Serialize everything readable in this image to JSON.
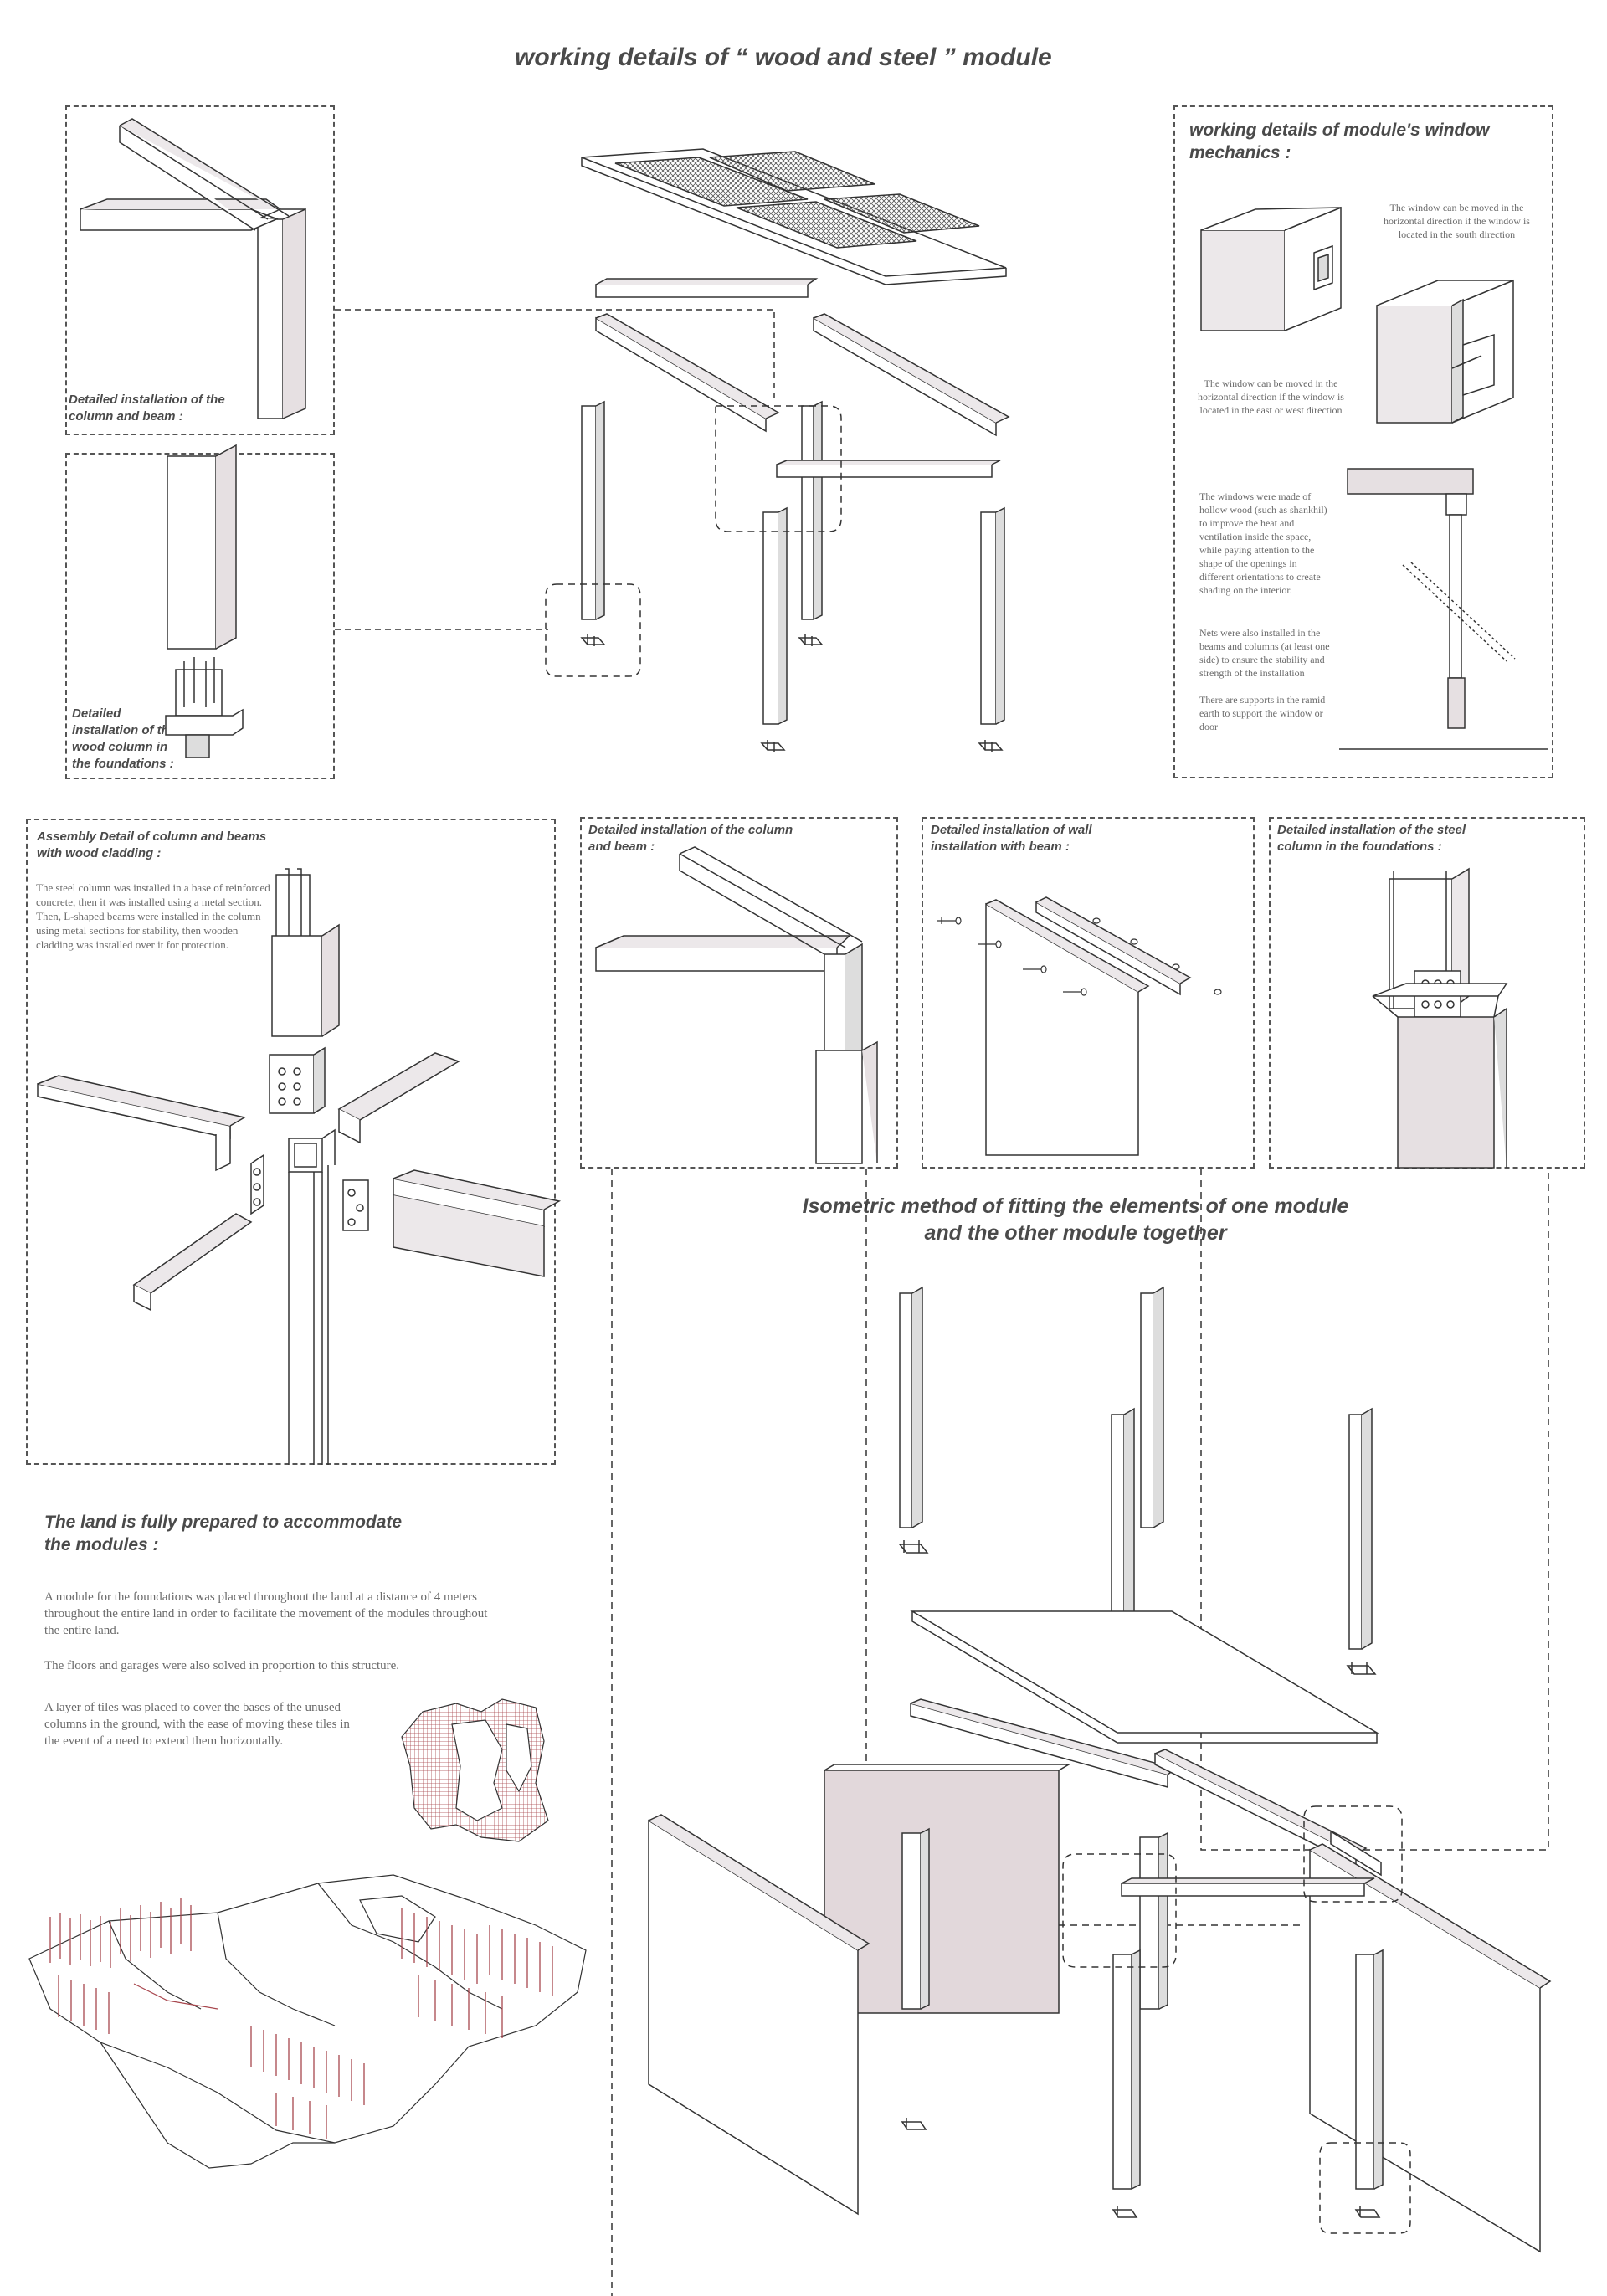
{
  "page": {
    "title": "working details of “ wood and steel ” module",
    "isometric_title": "Isometric method of fitting the elements of one module and the other module together"
  },
  "panels": {
    "column_beam_top": {
      "label": "Detailed installation of the column and beam :"
    },
    "wood_column_foundation": {
      "label": "Detailed installation of the wood column in the foundations :"
    },
    "window": {
      "label": "working details of module's window mechanics :",
      "note_south": "The window can be moved in the horizontal direction if the window is located in the south direction",
      "note_east_west": "The window can be moved in the horizontal direction if the window is located in the east or west direction",
      "note_materials": "The windows were made of hollow wood (such as shankhil) to improve the heat and ventilation inside the space, while paying attention to the shape of the openings in different orientations to create shading on the interior.",
      "note_nets": "Nets were also installed in the beams and columns (at least one side) to ensure the stability and strength of the installation",
      "note_supports": "There are supports in the ramid earth to support the window or door"
    },
    "assembly": {
      "label": "Assembly Detail of column and beams with wood cladding :",
      "text": "The steel column was installed in a base of reinforced concrete, then it was installed using a metal section. Then, L-shaped beams were installed in the column using metal sections for stability, then wooden cladding was installed over it for protection."
    },
    "column_beam_mid": {
      "label": "Detailed installation of the column and beam :"
    },
    "wall": {
      "label": "Detailed installation of wall installation with beam :"
    },
    "steel_foundation": {
      "label": "Detailed installation of the steel column in the foundations :"
    },
    "land": {
      "label": "The land is fully prepared to accommodate the modules :",
      "p1": "A module for the foundations was placed throughout the land at a distance of 4 meters throughout the entire land in order to facilitate the movement of the modules throughout the entire land.",
      "p2": "The floors and garages were also solved in proportion to this structure.",
      "p3": "A layer of tiles was placed to cover the bases of the unused columns in the ground, with the ease of moving these tiles in the event of a need to extend them horizontally."
    }
  },
  "colors": {
    "line": "#333333",
    "face_light": "#ffffff",
    "face_mid": "#ece8ea",
    "face_dark": "#d9d1d4",
    "accent_red": "#a8474e",
    "text_gray": "#6a6a6a"
  },
  "icons": [
    "column-icon",
    "beam-icon",
    "base-plate-icon",
    "bolt-icon",
    "window-module-icon",
    "site-plan-icon",
    "isometric-site-icon"
  ]
}
